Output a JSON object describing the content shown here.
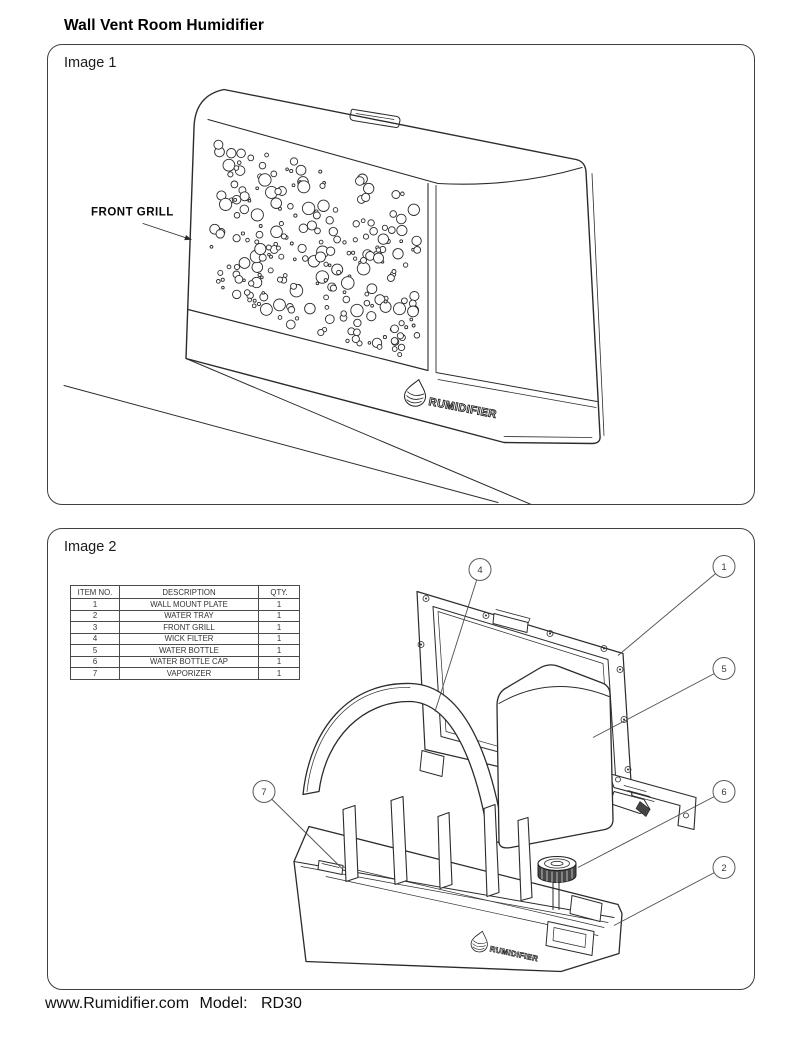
{
  "page": {
    "title": "Wall Vent Room Humidifier",
    "footer": {
      "website": "www.Rumidifier.com",
      "model_label": "Model:",
      "model_value": "RD30"
    }
  },
  "image1": {
    "label": "Image 1",
    "callout_label": "FRONT GRILL",
    "brand": "RUMIDIFIER"
  },
  "image2": {
    "label": "Image 2",
    "brand": "RUMIDIFIER",
    "table": {
      "headers": [
        "ITEM NO.",
        "DESCRIPTION",
        "QTY."
      ],
      "rows": [
        {
          "item": "1",
          "description": "WALL MOUNT PLATE",
          "qty": "1"
        },
        {
          "item": "2",
          "description": "WATER TRAY",
          "qty": "1"
        },
        {
          "item": "3",
          "description": "FRONT GRILL",
          "qty": "1"
        },
        {
          "item": "4",
          "description": "WICK FILTER",
          "qty": "1"
        },
        {
          "item": "5",
          "description": "WATER BOTTLE",
          "qty": "1"
        },
        {
          "item": "6",
          "description": "WATER BOTTLE CAP",
          "qty": "1"
        },
        {
          "item": "7",
          "description": "VAPORIZER",
          "qty": "1"
        }
      ]
    },
    "callouts": {
      "wall_mount_plate": "1",
      "water_tray": "2",
      "wick_filter": "4",
      "water_bottle": "5",
      "water_bottle_cap": "6",
      "vaporizer": "7"
    }
  }
}
